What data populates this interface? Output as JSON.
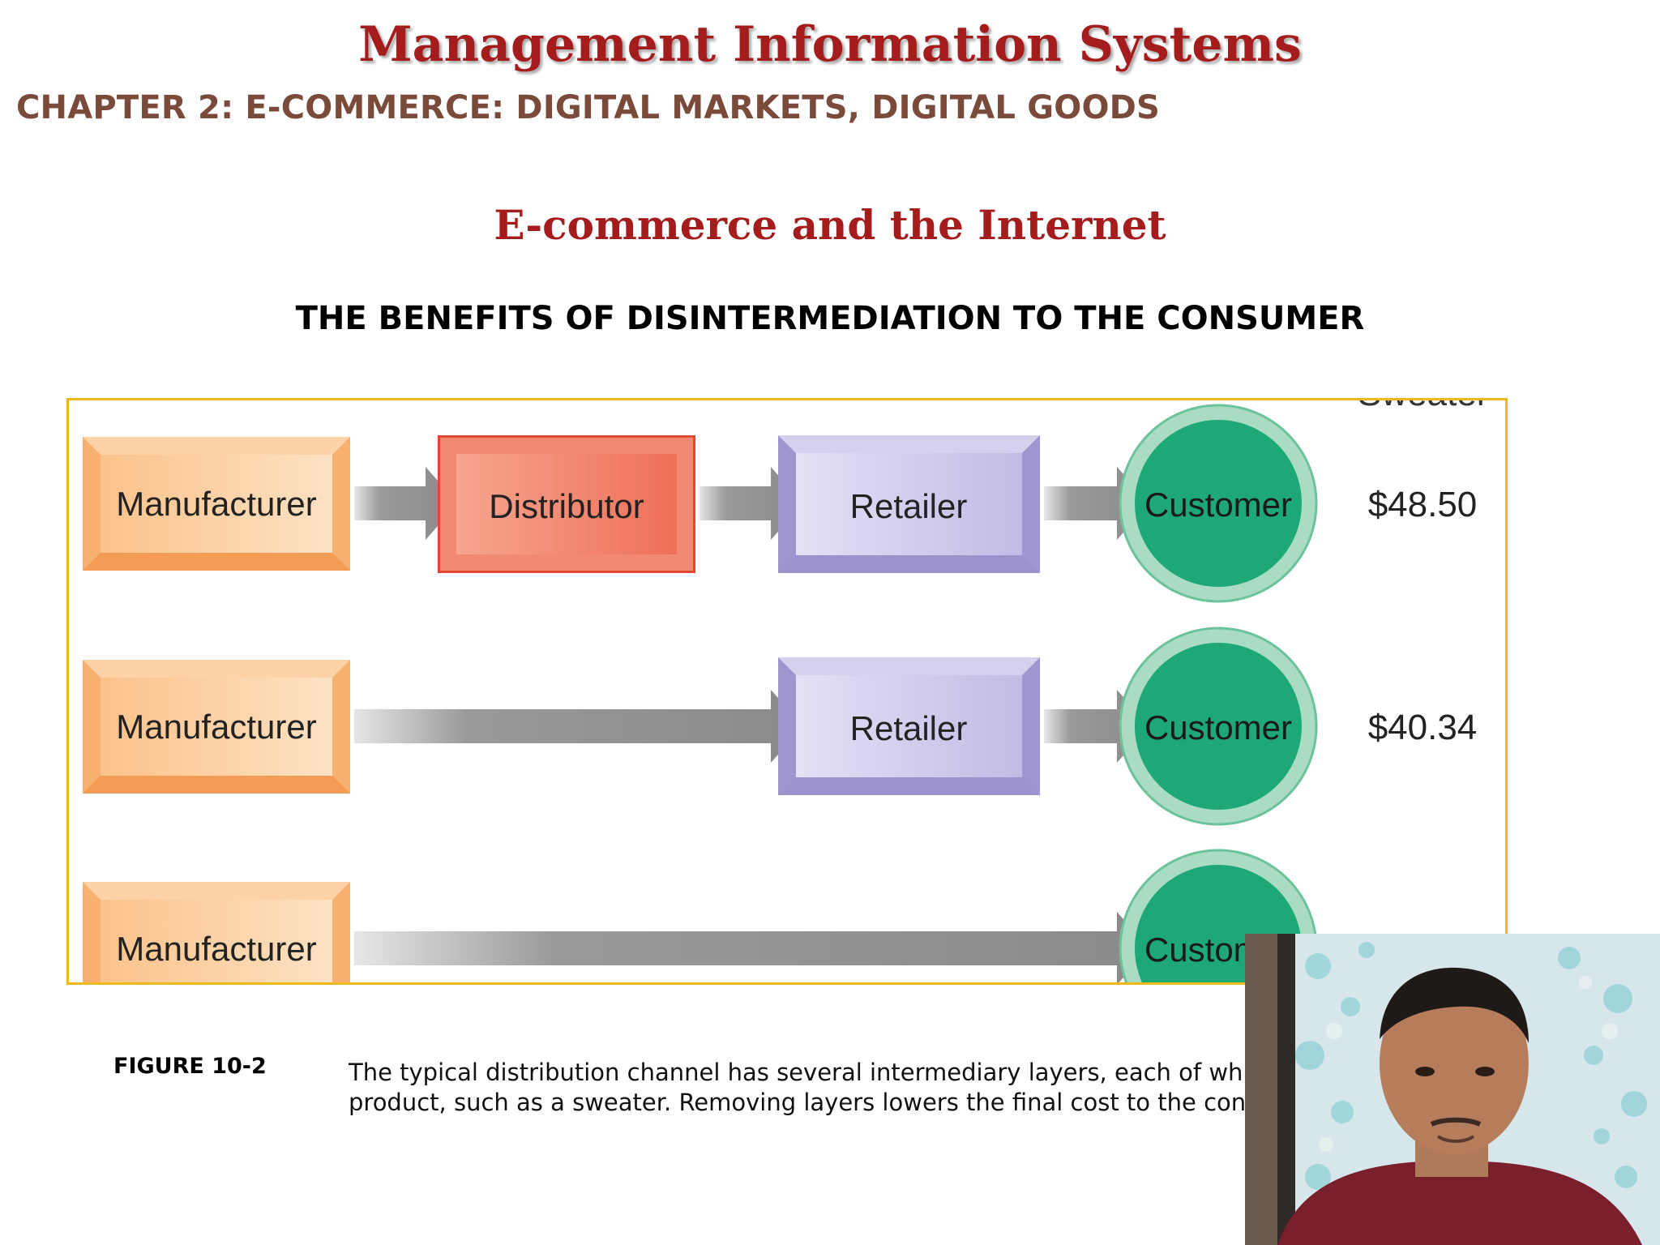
{
  "slide": {
    "title": "Management Information Systems",
    "chapter": "CHAPTER 2: E-COMMERCE: DIGITAL MARKETS, DIGITAL GOODS",
    "section_title": "E-commerce and the Internet",
    "heading": "THE BENEFITS OF DISINTERMEDIATION TO THE CONSUMER"
  },
  "diagram": {
    "rows": [
      {
        "nodes": [
          "Manufacturer",
          "Distributor",
          "Retailer",
          "Customer"
        ],
        "price": "$48.50"
      },
      {
        "nodes": [
          "Manufacturer",
          "Retailer",
          "Customer"
        ],
        "price": "$40.34"
      },
      {
        "nodes": [
          "Manufacturer",
          "Customer"
        ],
        "price": ""
      }
    ],
    "column_header_partial": "Sweater",
    "colors": {
      "manufacturer": "#f9b97a",
      "distributor": "#ee6a55",
      "retailer": "#c4bde6",
      "customer": "#1ea878",
      "customer_ring": "#a9dcc3",
      "arrow": "#8c8c8c",
      "frame": "#f0b81a"
    }
  },
  "figure": {
    "label": "FIGURE 10-2",
    "caption_line1": "The typical distribution channel has several intermediary layers, each of which ad",
    "caption_line2": "product, such as a sweater. Removing layers lowers the final cost to the consume"
  },
  "webcam": {
    "description_icon": "presenter-video-feed"
  }
}
